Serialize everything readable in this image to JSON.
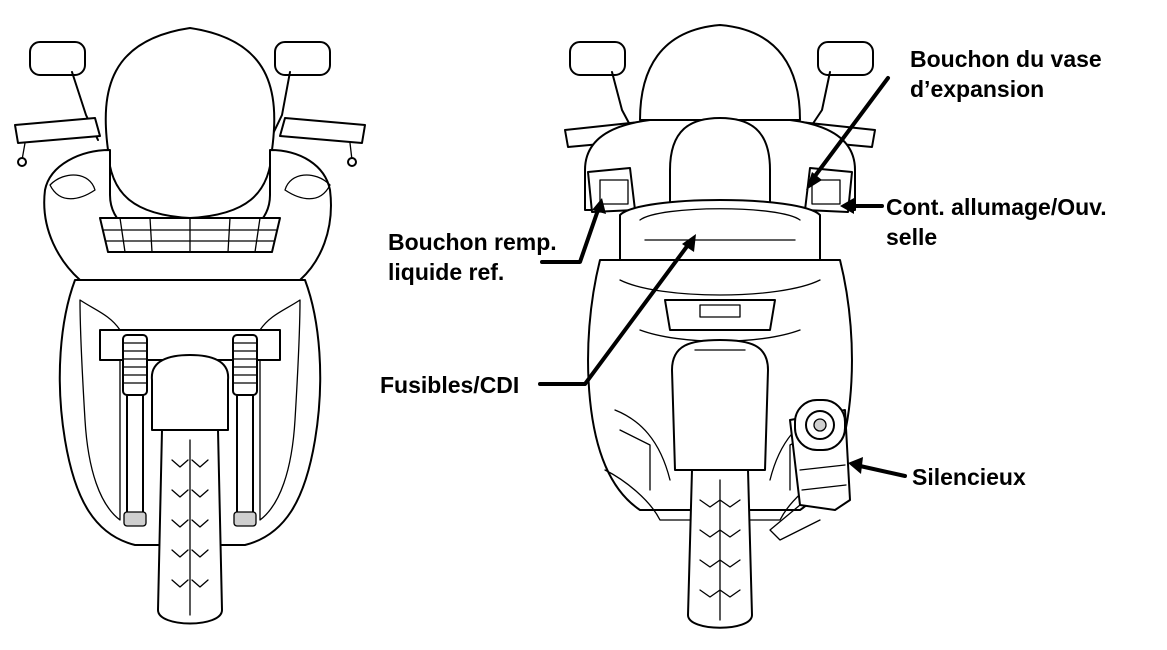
{
  "labels": {
    "expansion_cap_line1": "Bouchon du vase",
    "expansion_cap_line2": "d’expansion",
    "ignition_line1": "Cont. allumage/Ouv.",
    "ignition_line2": "selle",
    "coolant_cap_line1": "Bouchon remp.",
    "coolant_cap_line2": "liquide ref.",
    "fuses": "Fusibles/CDI",
    "muffler": "Silencieux"
  },
  "icons": [
    "front-scooter-view",
    "rear-scooter-view",
    "callout-arrow"
  ]
}
